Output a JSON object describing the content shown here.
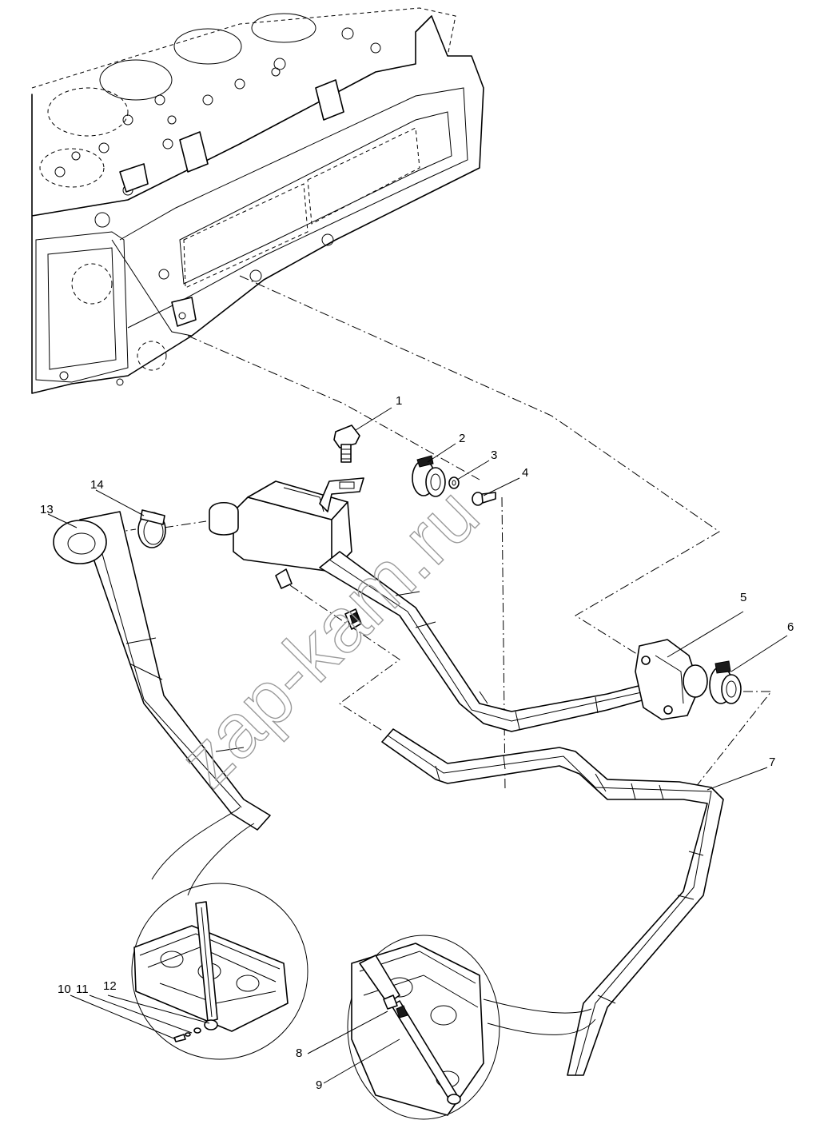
{
  "watermark": "zap-kam.ru",
  "callouts": [
    {
      "id": "callout-1",
      "label": "1"
    },
    {
      "id": "callout-2",
      "label": "2"
    },
    {
      "id": "callout-3",
      "label": "3"
    },
    {
      "id": "callout-4",
      "label": "4"
    },
    {
      "id": "callout-5",
      "label": "5"
    },
    {
      "id": "callout-6",
      "label": "6"
    },
    {
      "id": "callout-7",
      "label": "7"
    },
    {
      "id": "callout-8",
      "label": "8"
    },
    {
      "id": "callout-9",
      "label": "9"
    },
    {
      "id": "callout-10",
      "label": "10"
    },
    {
      "id": "callout-11",
      "label": "11"
    },
    {
      "id": "callout-12",
      "label": "12"
    },
    {
      "id": "callout-13",
      "label": "13"
    },
    {
      "id": "callout-14",
      "label": "14"
    }
  ]
}
